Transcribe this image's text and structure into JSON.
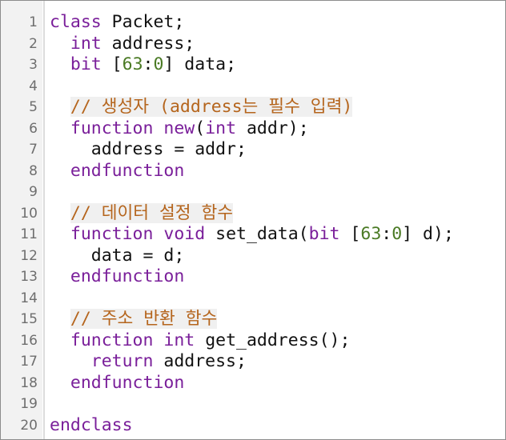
{
  "editor": {
    "lines": [
      {
        "num": "1",
        "indent": "",
        "parts": [
          {
            "t": "class",
            "c": "kw",
            "n": "keyword-class"
          },
          {
            "t": " Packet;",
            "c": "",
            "n": "identifier"
          }
        ]
      },
      {
        "num": "2",
        "indent": "  ",
        "parts": [
          {
            "t": "int",
            "c": "ty",
            "n": "type-int"
          },
          {
            "t": " address;",
            "c": "",
            "n": "identifier"
          }
        ]
      },
      {
        "num": "3",
        "indent": "  ",
        "parts": [
          {
            "t": "bit",
            "c": "ty",
            "n": "type-bit"
          },
          {
            "t": " [",
            "c": "",
            "n": "punct"
          },
          {
            "t": "63",
            "c": "num",
            "n": "number"
          },
          {
            "t": ":",
            "c": "",
            "n": "punct"
          },
          {
            "t": "0",
            "c": "num",
            "n": "number"
          },
          {
            "t": "] data;",
            "c": "",
            "n": "identifier"
          }
        ]
      },
      {
        "num": "4",
        "indent": "",
        "parts": []
      },
      {
        "num": "5",
        "indent": "  ",
        "parts": [
          {
            "t": "// 생성자 (address는 필수 입력)",
            "c": "cm",
            "n": "comment"
          }
        ]
      },
      {
        "num": "6",
        "indent": "  ",
        "parts": [
          {
            "t": "function",
            "c": "kw",
            "n": "keyword-function"
          },
          {
            "t": " ",
            "c": "",
            "n": "space"
          },
          {
            "t": "new",
            "c": "kw",
            "n": "keyword-new"
          },
          {
            "t": "(",
            "c": "",
            "n": "punct"
          },
          {
            "t": "int",
            "c": "ty",
            "n": "type-int"
          },
          {
            "t": " addr);",
            "c": "",
            "n": "identifier"
          }
        ]
      },
      {
        "num": "7",
        "indent": "    ",
        "parts": [
          {
            "t": "address = addr;",
            "c": "",
            "n": "statement"
          }
        ]
      },
      {
        "num": "8",
        "indent": "  ",
        "parts": [
          {
            "t": "endfunction",
            "c": "kw",
            "n": "keyword-endfunction"
          }
        ]
      },
      {
        "num": "9",
        "indent": "",
        "parts": []
      },
      {
        "num": "10",
        "indent": "  ",
        "parts": [
          {
            "t": "// 데이터 설정 함수",
            "c": "cm",
            "n": "comment"
          }
        ]
      },
      {
        "num": "11",
        "indent": "  ",
        "parts": [
          {
            "t": "function",
            "c": "kw",
            "n": "keyword-function"
          },
          {
            "t": " ",
            "c": "",
            "n": "space"
          },
          {
            "t": "void",
            "c": "ty",
            "n": "type-void"
          },
          {
            "t": " set_data(",
            "c": "",
            "n": "identifier"
          },
          {
            "t": "bit",
            "c": "ty",
            "n": "type-bit"
          },
          {
            "t": " [",
            "c": "",
            "n": "punct"
          },
          {
            "t": "63",
            "c": "num",
            "n": "number"
          },
          {
            "t": ":",
            "c": "",
            "n": "punct"
          },
          {
            "t": "0",
            "c": "num",
            "n": "number"
          },
          {
            "t": "] d);",
            "c": "",
            "n": "identifier"
          }
        ]
      },
      {
        "num": "12",
        "indent": "    ",
        "parts": [
          {
            "t": "data = d;",
            "c": "",
            "n": "statement"
          }
        ]
      },
      {
        "num": "13",
        "indent": "  ",
        "parts": [
          {
            "t": "endfunction",
            "c": "kw",
            "n": "keyword-endfunction"
          }
        ]
      },
      {
        "num": "14",
        "indent": "",
        "parts": []
      },
      {
        "num": "15",
        "indent": "  ",
        "parts": [
          {
            "t": "// 주소 반환 함수",
            "c": "cm",
            "n": "comment"
          }
        ]
      },
      {
        "num": "16",
        "indent": "  ",
        "parts": [
          {
            "t": "function",
            "c": "kw",
            "n": "keyword-function"
          },
          {
            "t": " ",
            "c": "",
            "n": "space"
          },
          {
            "t": "int",
            "c": "ty",
            "n": "type-int"
          },
          {
            "t": " get_address();",
            "c": "",
            "n": "identifier"
          }
        ]
      },
      {
        "num": "17",
        "indent": "    ",
        "parts": [
          {
            "t": "return",
            "c": "kw",
            "n": "keyword-return"
          },
          {
            "t": " address;",
            "c": "",
            "n": "identifier"
          }
        ]
      },
      {
        "num": "18",
        "indent": "  ",
        "parts": [
          {
            "t": "endfunction",
            "c": "kw",
            "n": "keyword-endfunction"
          }
        ]
      },
      {
        "num": "19",
        "indent": "",
        "parts": []
      },
      {
        "num": "20",
        "indent": "",
        "parts": [
          {
            "t": "endclass",
            "c": "kw",
            "n": "keyword-endclass"
          }
        ]
      }
    ]
  },
  "colors": {
    "keyword": "#7a1f9a",
    "number": "#4a7a24",
    "comment": "#b5651d",
    "comment_bg": "#f0f0f0",
    "text": "#111111",
    "line_number": "#6e6e6e",
    "gutter_bg": "#f2f2f2"
  }
}
